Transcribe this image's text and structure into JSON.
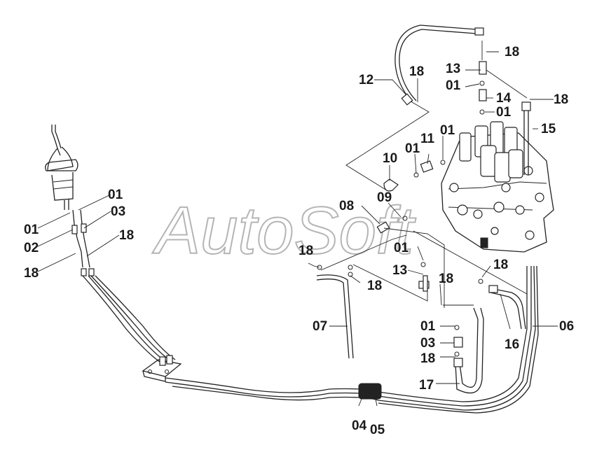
{
  "watermark": "AutoSoft",
  "part_labels": [
    "01",
    "02",
    "03",
    "04",
    "05",
    "06",
    "07",
    "08",
    "09",
    "10",
    "11",
    "12",
    "13",
    "14",
    "15",
    "16",
    "17",
    "18"
  ]
}
